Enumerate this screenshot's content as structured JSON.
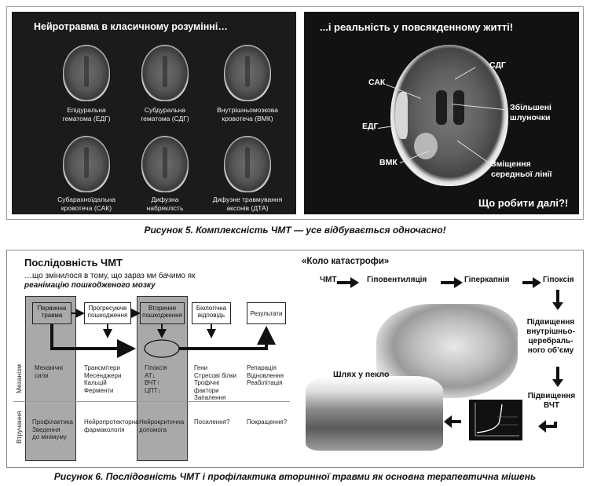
{
  "figure5": {
    "left_panel": {
      "title": "Нейротравма в класичному розумінні…",
      "scans": [
        {
          "label": "Епідуральна\nгематома (ЕДГ)"
        },
        {
          "label": "Субдуральна\nгематома (СДГ)"
        },
        {
          "label": "Внутрішньомозкова\nкровотеча (ВМК)"
        },
        {
          "label": "Субарахноїдальна\nкровотеча (САК)"
        },
        {
          "label": "Дифузна\nнабряклість"
        },
        {
          "label": "Дифузне травмування\nаксонів (ДТА)"
        }
      ]
    },
    "right_panel": {
      "title": "...і реальність у повсякденному житті!",
      "labels": {
        "sak": "САК",
        "sdg": "СДГ",
        "edg": "ЕДГ",
        "vmk": "ВМК",
        "ventricles": "Збільшені\nшлуночки",
        "midline": "Зміщення\nсередньої лінії"
      },
      "question": "Що робити далі?!"
    },
    "caption": "Рисунок 5. Комплексність ЧМТ — усе відбувається одночасно!"
  },
  "figure6": {
    "title": "Послідовність ЧМТ",
    "subtitle": "…що змінилося в тому, що зараз ми бачимо як",
    "subtitle_emph": "реанімацію пошкодженого мозку",
    "boxes": {
      "primary": "Первинна\nтравма",
      "progressive": "Прогресуюче\nпошкодження",
      "secondary": "Вторинне\nпошкодження",
      "biological": "Біологічна\nвідповідь",
      "results": "Результати"
    },
    "row_labels": {
      "mechanism": "Механізм",
      "intervention": "Втручання"
    },
    "mechanism": {
      "primary": "Механічні\nсили",
      "progressive": "Трансмітери\nМесенджери\nКальцій\nФерменти",
      "secondary": "Гіпоксія\nАТ↓\nВЧТ↑\nЦПТ↓",
      "biological": "Гени\nСтресові білки\nТрофічні\nфактори\nЗапалення",
      "results": "Репарація\nВідновлення\nРеабілітація"
    },
    "intervention": {
      "primary": "Профілактика\nЗведення\nдо мінімуму",
      "progressive": "Нейропротекторна\nфармакологія",
      "secondary": "Нейрокритична\nдопомога",
      "biological": "Посилення?",
      "results": "Покращення?"
    },
    "circle_title": "«Коло катастрофи»",
    "chain": [
      "ЧМТ",
      "Гіповентиляція",
      "Гіперкапнія",
      "Гіпоксія"
    ],
    "chain_vertical": "Підвищення\nвнутрішньо-\nцеребраль-\nного об’єму",
    "chain_icp": "Підвищення\nВЧТ",
    "road_to_hell": "Шлях у пекло",
    "caption": "Рисунок 6. Послідовність ЧМТ і профілактика вторинної травми як основна терапевтична мішень"
  }
}
